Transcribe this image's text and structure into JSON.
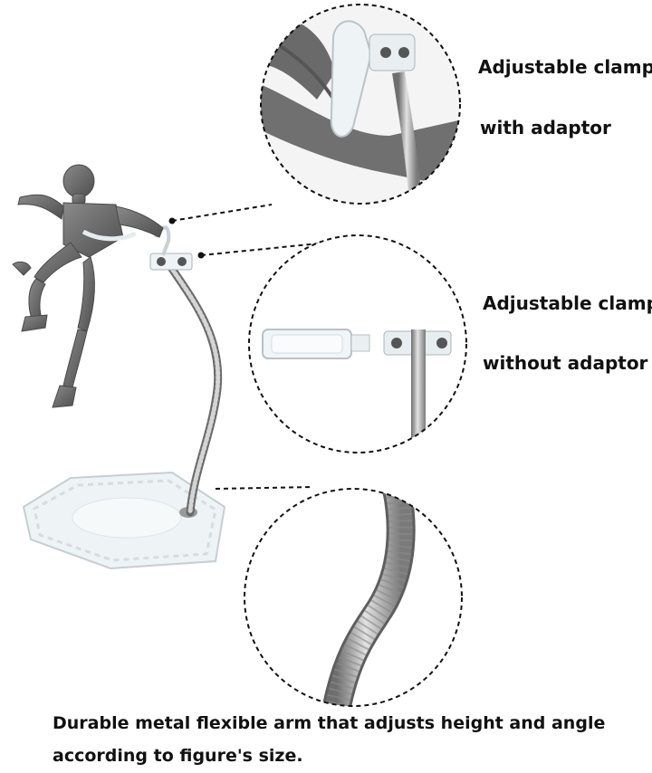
{
  "callouts": {
    "clamp_with_adaptor": {
      "line1": "Adjustable clamp",
      "line2": "with adaptor"
    },
    "clamp_without_adaptor": {
      "line1": "Adjustable clamp",
      "line2": "without adaptor"
    }
  },
  "caption": {
    "line1": "Durable metal flexible arm that adjusts height and angle",
    "line2": "according to figure's size."
  },
  "colors": {
    "figure": "#6f6f6f",
    "metal": "#a9a9a9",
    "acrylic": "#e8eef0",
    "dashed_line": "#111111"
  }
}
